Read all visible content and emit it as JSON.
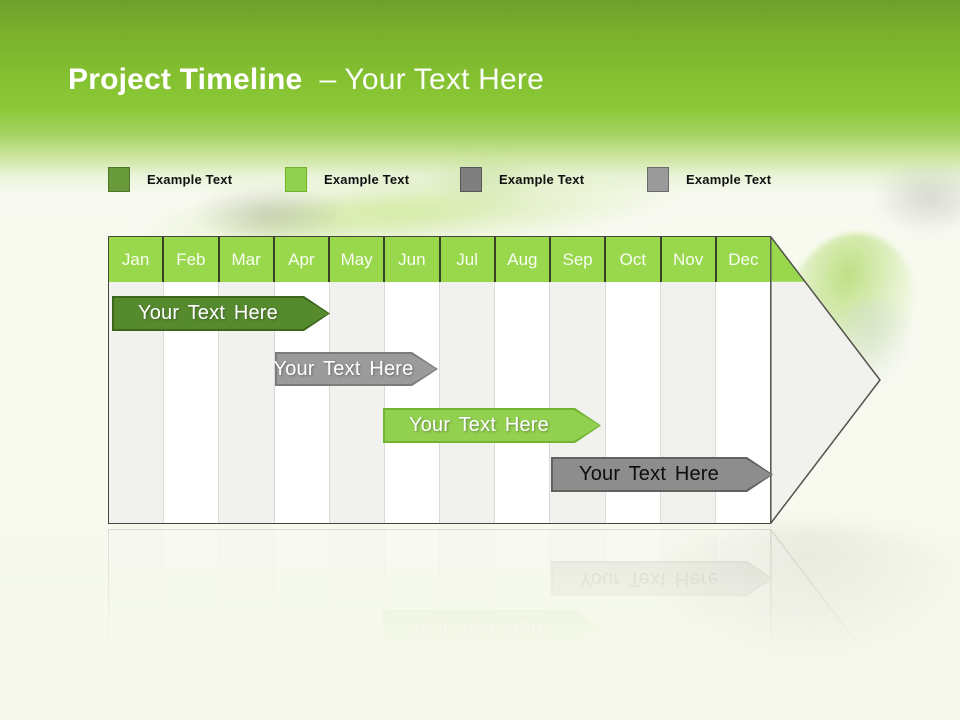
{
  "slide": {
    "title_bold": "Project Timeline",
    "title_light": "– Your Text Here"
  },
  "legend": {
    "items": [
      {
        "label": "Example Text",
        "color": "#68993a"
      },
      {
        "label": "Example Text",
        "color": "#92d050"
      },
      {
        "label": "Example Text",
        "color": "#7f7f7f"
      },
      {
        "label": "Example Text",
        "color": "#9a9a9a"
      }
    ]
  },
  "chart_data": {
    "type": "gantt",
    "title": "Project Timeline",
    "months": [
      "Jan",
      "Feb",
      "Mar",
      "Apr",
      "May",
      "Jun",
      "Jul",
      "Aug",
      "Sep",
      "Oct",
      "Nov",
      "Dec"
    ],
    "bars": [
      {
        "label": "Your Text Here",
        "start": "Jan",
        "end": "Apr",
        "row": 1,
        "color": "#558a2d",
        "text_color": "#ffffff"
      },
      {
        "label": "Your Text Here",
        "start": "Apr",
        "end": "Jun",
        "row": 2,
        "color": "#9b9b9b",
        "text_color": "#ffffff"
      },
      {
        "label": "Your Text Here",
        "start": "Jun",
        "end": "Sep",
        "row": 3,
        "color": "#92d050",
        "text_color": "#ffffff"
      },
      {
        "label": "Your Text Here",
        "start": "Sep",
        "end": "Dec",
        "row": 4,
        "color": "#8d8d8d",
        "text_color": "#000000"
      }
    ],
    "layout": {
      "header_color": "#99d84c",
      "stripe_color": "#f1f1ee",
      "arrow_fill": "#f1f1ee",
      "grid": "vertical month columns, alternating stripes",
      "shape": "right-pointing arrow enclosing 12-month band"
    }
  }
}
